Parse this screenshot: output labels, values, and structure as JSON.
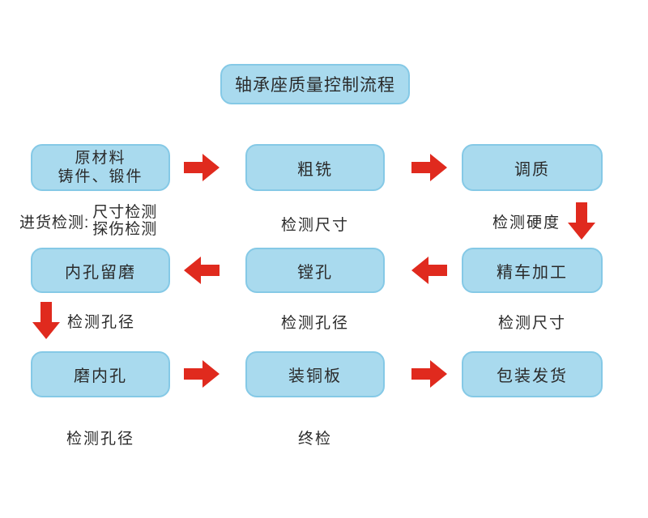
{
  "title": "轴承座质量控制流程",
  "flow": {
    "row1": {
      "box_raw_material": {
        "line1": "原材料",
        "line2": "铸件、锻件"
      },
      "box_rough_milling": "粗铣",
      "box_tempering": "调质",
      "label_incoming": {
        "prefix": "进货检测:",
        "line1": "尺寸检测",
        "line2": "探伤检测"
      },
      "label_check_dimension": "检测尺寸",
      "label_check_hardness": "检测硬度"
    },
    "row2": {
      "box_bore_grinding_allowance": "内孔留磨",
      "box_boring": "镗孔",
      "box_fine_turning": "精车加工",
      "label_check_bore": "检测孔径",
      "label_check_bore_mid": "检测孔径",
      "label_check_dimension": "检测尺寸"
    },
    "row3": {
      "box_grind_bore": "磨内孔",
      "box_fit_copper_plate": "装铜板",
      "box_packaging_shipping": "包装发货",
      "label_check_bore": "检测孔径",
      "label_final_inspection": "终检"
    }
  },
  "icons": {
    "arrow_right": "arrow-right-icon",
    "arrow_left": "arrow-left-icon",
    "arrow_down": "arrow-down-icon"
  },
  "colors": {
    "background": "#FFFFFF",
    "box_fill": "#A9DAEE",
    "box_border": "#85C9E6",
    "arrow_red": "#E02A1E",
    "text": "#2A2A2A"
  }
}
